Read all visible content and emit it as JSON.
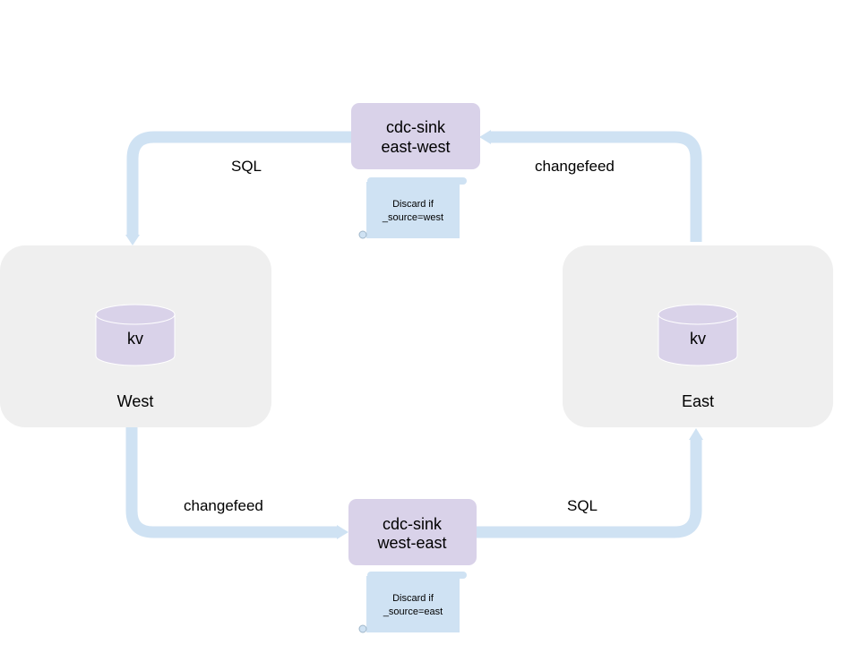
{
  "regions": {
    "west": {
      "name": "West",
      "db_label": "kv"
    },
    "east": {
      "name": "East",
      "db_label": "kv"
    }
  },
  "sinks": {
    "east_west": {
      "line1": "cdc-sink",
      "line2": "east-west"
    },
    "west_east": {
      "line1": "cdc-sink",
      "line2": "west-east"
    }
  },
  "edges": {
    "top_left_label": "SQL",
    "top_right_label": "changefeed",
    "bottom_left_label": "changefeed",
    "bottom_right_label": "SQL"
  },
  "notes": {
    "east_west": {
      "line1": "Discard if",
      "line2": "_source=west"
    },
    "west_east": {
      "line1": "Discard if",
      "line2": "_source=east"
    }
  },
  "colors": {
    "region_fill": "#efefef",
    "db_fill": "#d9d2e9",
    "sink_fill": "#d9d2e9",
    "flow": "#cfe2f3",
    "note_fill": "#cfe2f3"
  }
}
